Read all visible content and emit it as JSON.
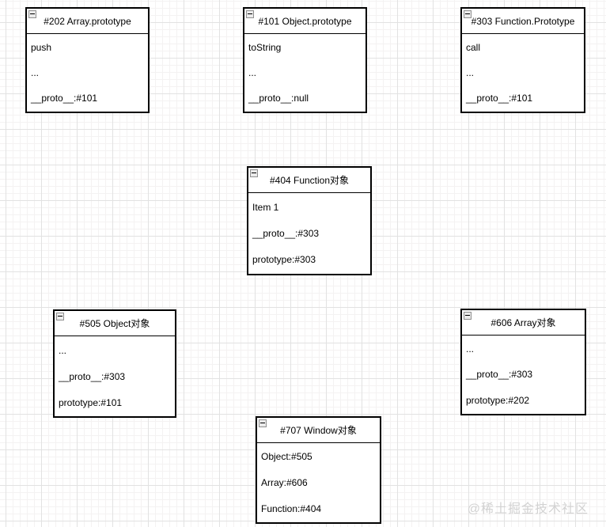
{
  "watermark": "@稀土掘金技术社区",
  "colors": {
    "node_border": "#000000",
    "node_fill": "#ffffff",
    "grid_major": "#e2e2e2",
    "grid_minor": "#f4f2f2",
    "watermark": "#d2d2d2"
  },
  "icons": {
    "collapse": "minus-square-icon"
  },
  "boxes": [
    {
      "title": "#202 Array.prototype",
      "lines": [
        "push",
        "...",
        "__proto__:#101"
      ]
    },
    {
      "title": "#101 Object.prototype",
      "lines": [
        "toString",
        "...",
        "__proto__:null"
      ]
    },
    {
      "title": "#303 Function.Prototype",
      "lines": [
        "call",
        "...",
        "__proto__:#101"
      ]
    },
    {
      "title": "#404 Function对象",
      "lines": [
        "Item 1",
        "__proto__:#303",
        "prototype:#303"
      ]
    },
    {
      "title": "#505 Object对象",
      "lines": [
        "...",
        "__proto__:#303",
        "prototype:#101"
      ]
    },
    {
      "title": "#606 Array对象",
      "lines": [
        "...",
        "__proto__:#303",
        "prototype:#202"
      ]
    },
    {
      "title": "#707 Window对象",
      "lines": [
        "Object:#505",
        "Array:#606",
        "Function:#404"
      ]
    }
  ]
}
